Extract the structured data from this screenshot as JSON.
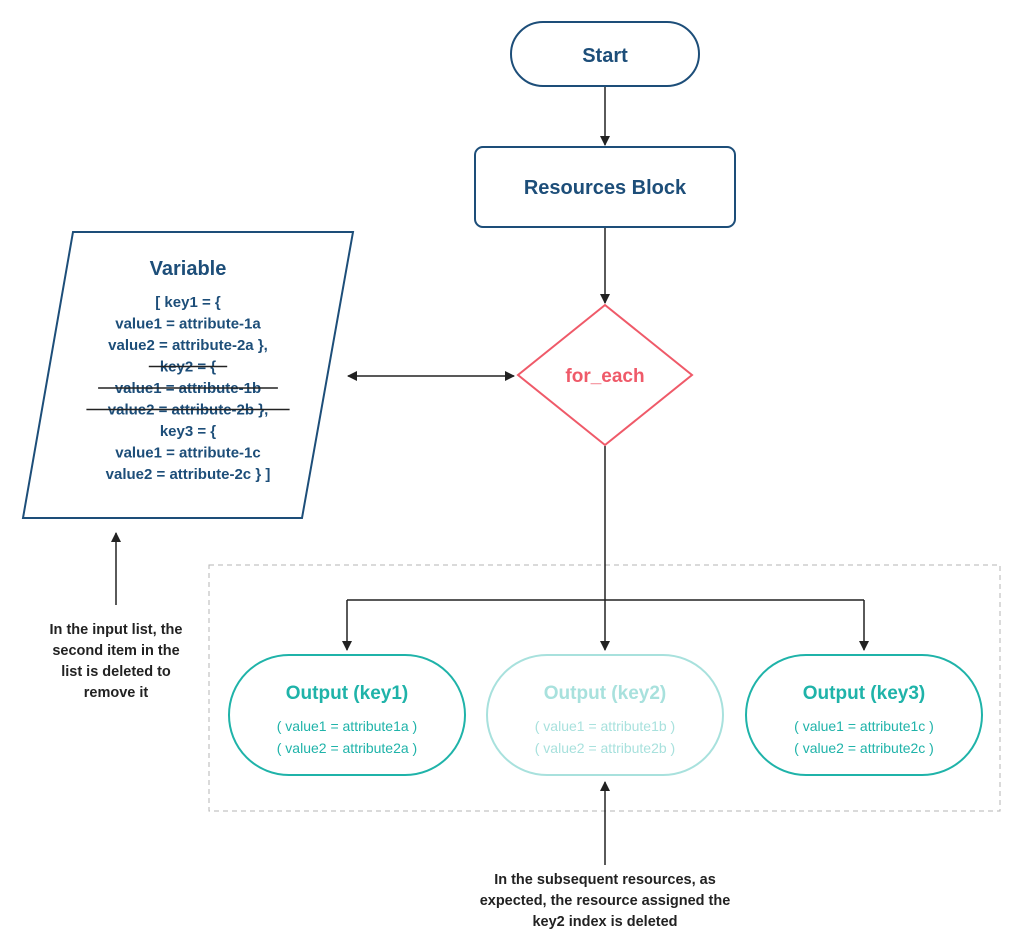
{
  "colors": {
    "navy": "#1d4e79",
    "red": "#ef5a69",
    "teal": "#1fb3a9",
    "teal_faded": "#a8e1dd",
    "dark": "#222222",
    "dashed": "#b5b5b5"
  },
  "start": {
    "label": "Start"
  },
  "resources_block": {
    "label": "Resources Block"
  },
  "decision": {
    "label": "for_each"
  },
  "variable": {
    "title": "Variable",
    "lines": [
      {
        "text": "[ key1 = {",
        "deleted": false
      },
      {
        "text": "value1 = attribute-1a",
        "deleted": false
      },
      {
        "text": "value2 = attribute-2a },",
        "deleted": false
      },
      {
        "text": "key2 = {",
        "deleted": true
      },
      {
        "text": "value1 = attribute-1b",
        "deleted": true
      },
      {
        "text": "value2 = attribute-2b },",
        "deleted": true
      },
      {
        "text": "key3 = {",
        "deleted": false
      },
      {
        "text": "value1 = attribute-1c",
        "deleted": false
      },
      {
        "text": "value2 = attribute-2c } ]",
        "deleted": false
      }
    ]
  },
  "outputs": [
    {
      "title": "Output (key1)",
      "line1": "( value1 = attribute1a )",
      "line2": "( value2 = attribute2a )",
      "faded": false
    },
    {
      "title": "Output (key2)",
      "line1": "( value1 = attribute1b )",
      "line2": "( value2 = attribute2b )",
      "faded": true
    },
    {
      "title": "Output (key3)",
      "line1": "( value1 = attribute1c )",
      "line2": "( value2 = attribute2c )",
      "faded": false
    }
  ],
  "notes": {
    "left": [
      "In the input list, the",
      "second item in the",
      "list is deleted to",
      "remove it"
    ],
    "bottom": [
      "In the subsequent resources, as",
      "expected, the resource assigned the",
      "key2 index is deleted"
    ]
  }
}
